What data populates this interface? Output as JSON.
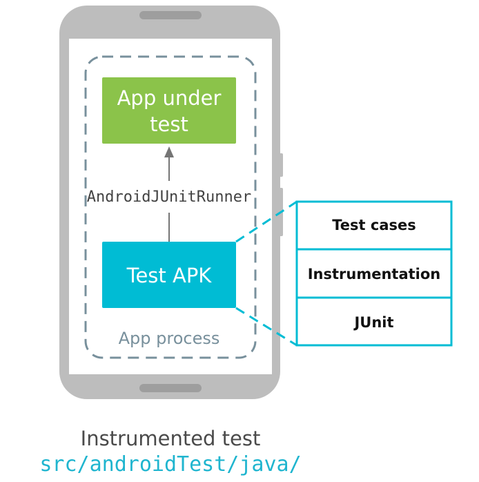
{
  "diagram": {
    "app_under_test_label_line1": "App under",
    "app_under_test_label_line2": "test",
    "runner_label": "AndroidJUnitRunner",
    "test_apk_label": "Test APK",
    "app_process_label": "App process",
    "test_apk_components": [
      "Test cases",
      "Instrumentation",
      "JUnit"
    ]
  },
  "caption": {
    "title": "Instrumented test",
    "path": "src/androidTest/java/"
  },
  "colors": {
    "device_frame": "#bdbdbd",
    "device_screen": "#ffffff",
    "app_under_test": "#8bc34a",
    "test_apk": "#00bcd4",
    "dashed_border": "#78909c",
    "component_border": "#00bcd4",
    "caption_path": "#1fb5cf"
  }
}
